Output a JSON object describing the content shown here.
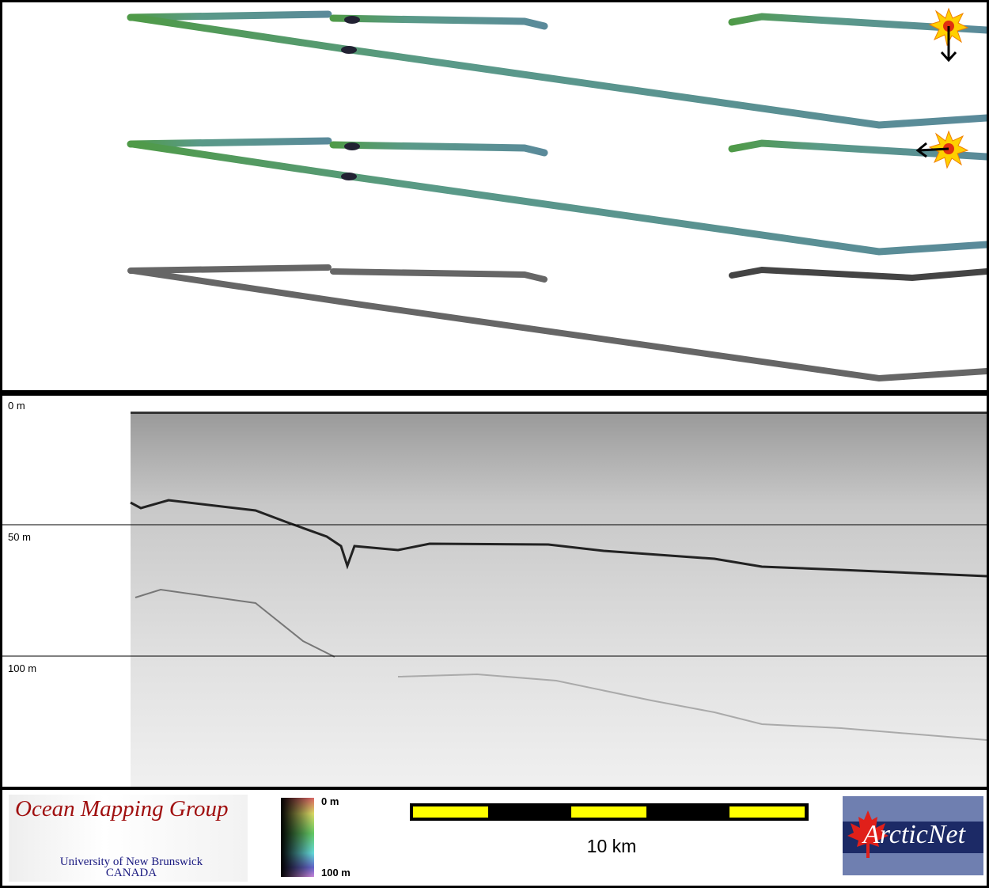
{
  "profile": {
    "depth_labels": [
      "0 m",
      "50 m",
      "100 m"
    ]
  },
  "legend": {
    "omg_logo": {
      "title": "Ocean Mapping Group",
      "subtitle_1": "University of New Brunswick",
      "subtitle_2": "CANADA"
    },
    "colorbar": {
      "top_label": "0 m",
      "bottom_label": "100 m"
    },
    "scale_bar": {
      "label": "10 km"
    },
    "arcticnet_logo": {
      "text": "ArcticNet"
    }
  },
  "colors": {
    "scale_yellow": "#ffff00",
    "swath_green": "#5a9a60",
    "swath_teal": "#5a9a9a",
    "backscatter_gray": "#666666"
  }
}
